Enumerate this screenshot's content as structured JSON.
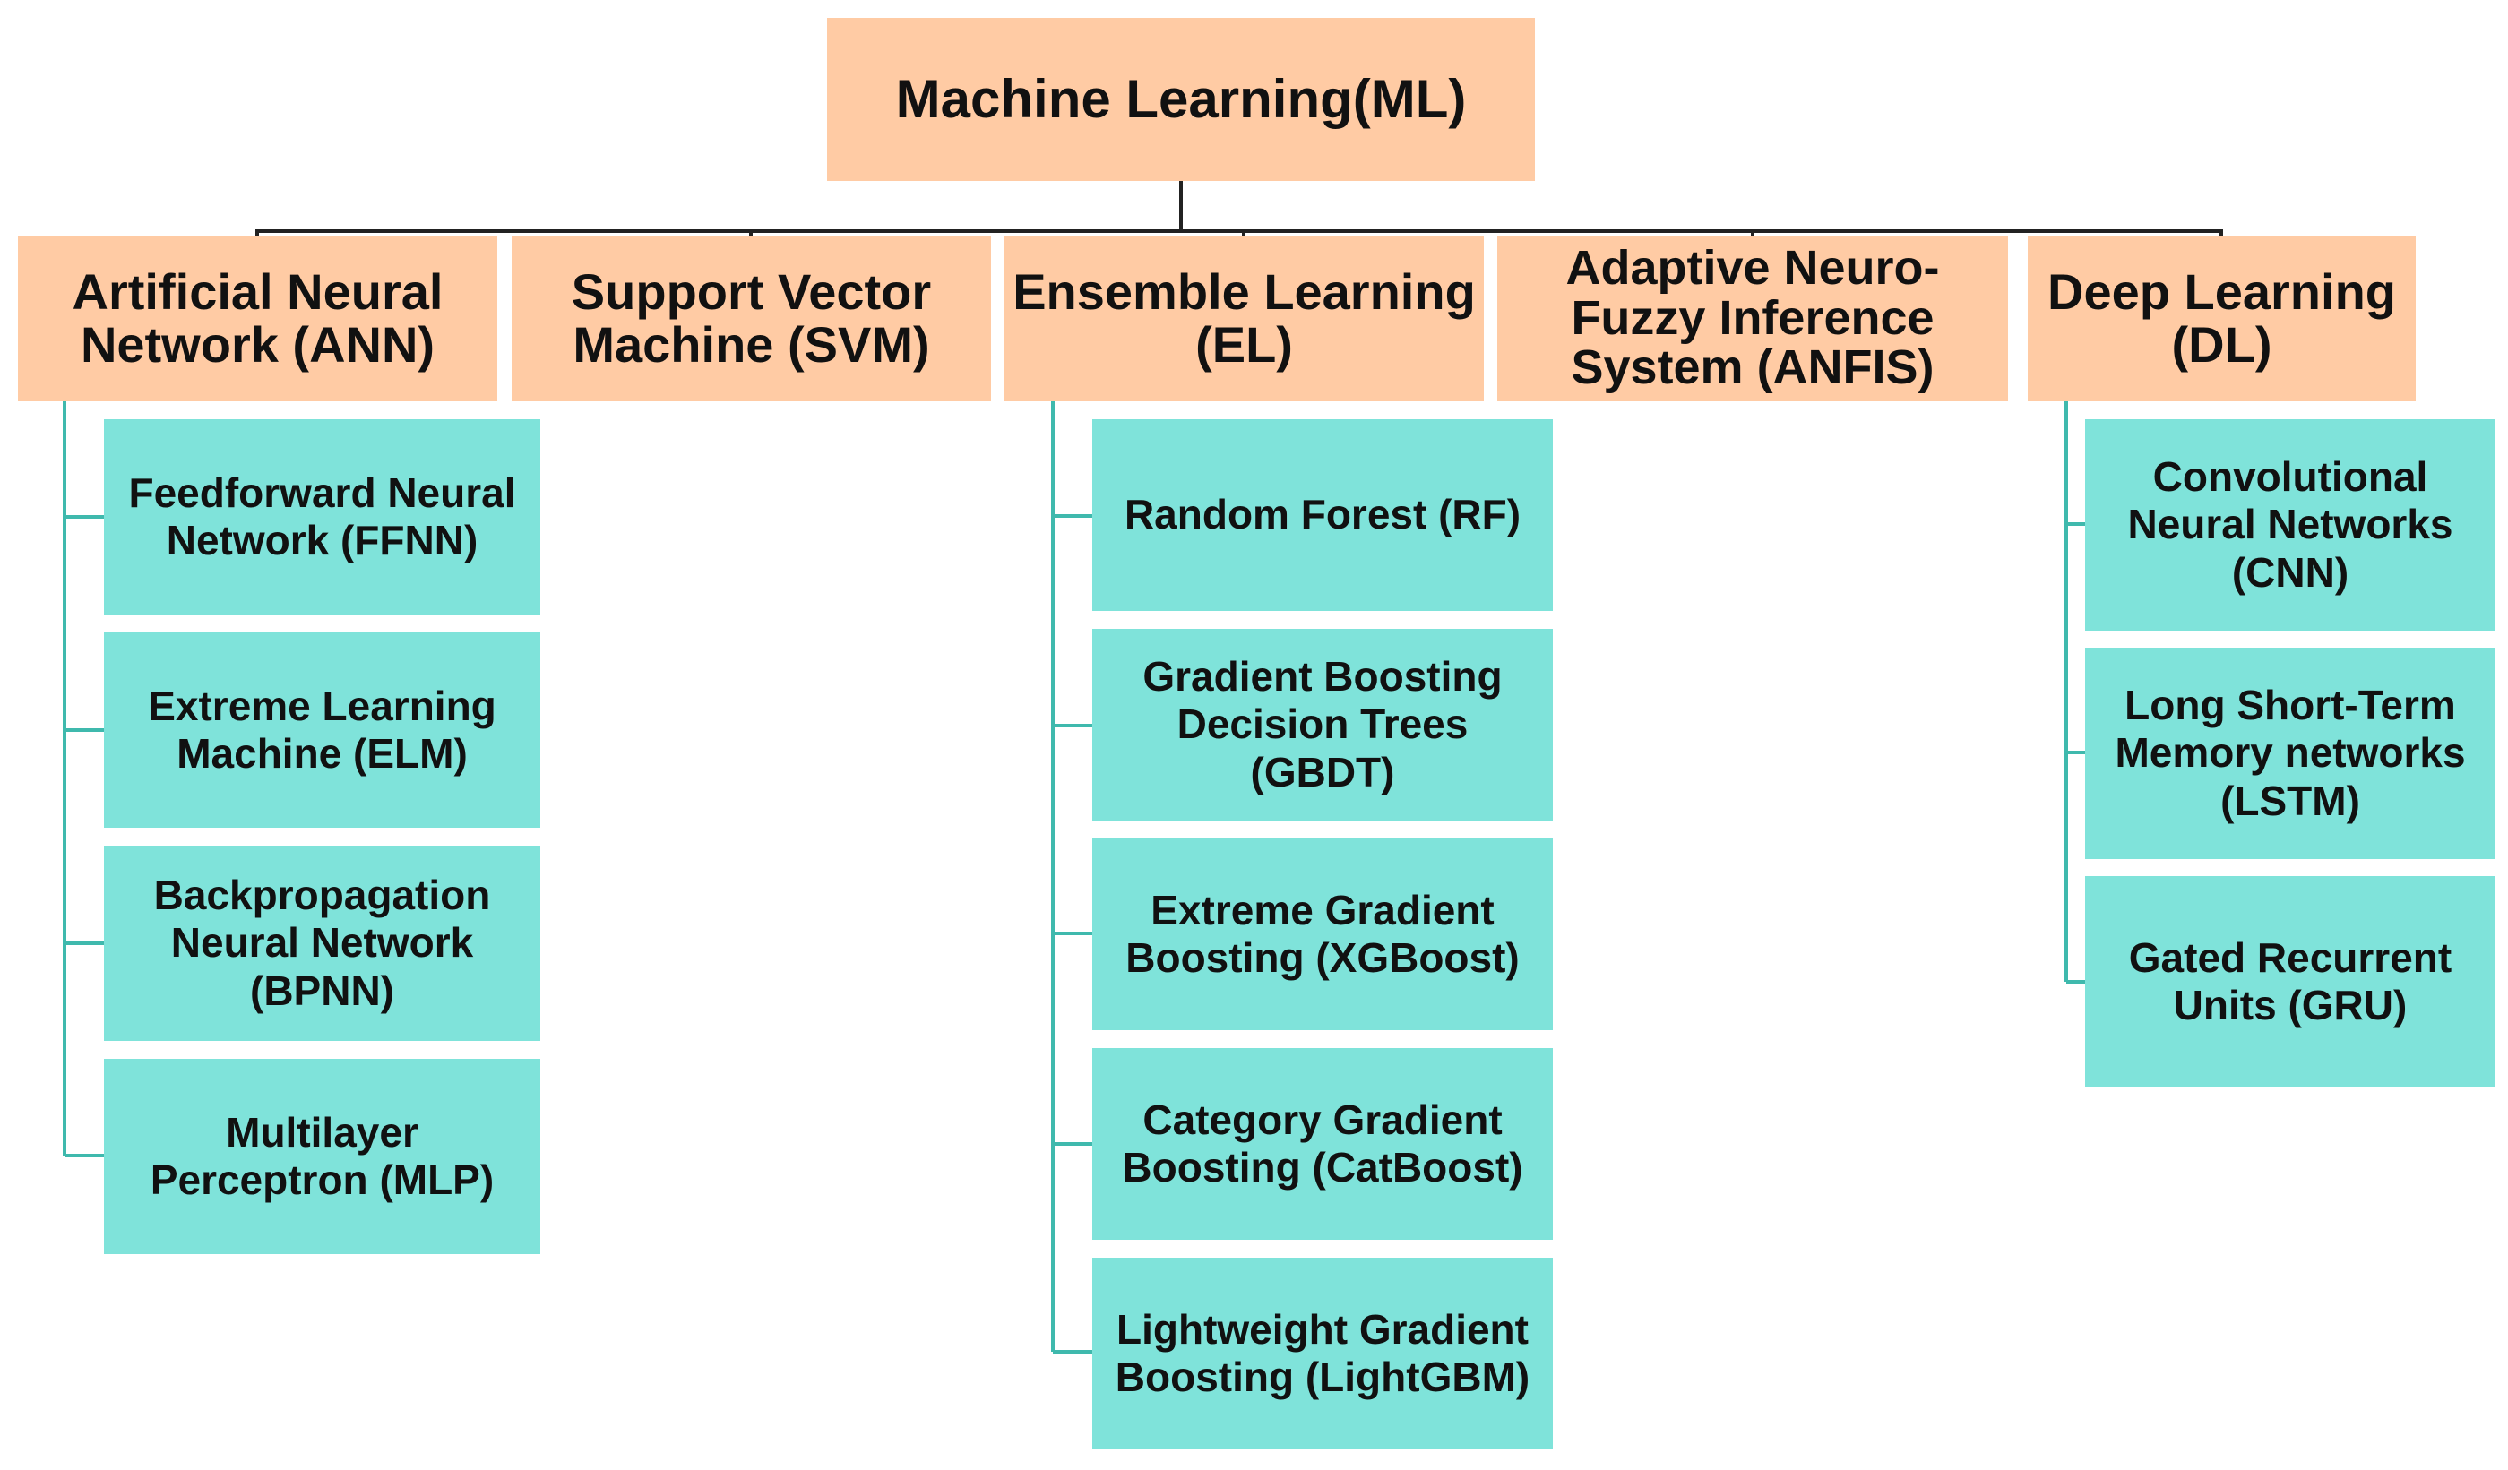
{
  "colors": {
    "category_fill": "#ffcba4",
    "leaf_fill": "#7fe3da",
    "tree_line": "#222222",
    "branch_line": "#3fb9ad"
  },
  "root": {
    "label": "Machine Learning(ML)"
  },
  "categories": [
    {
      "label": "Artificial Neural\nNetwork (ANN)",
      "children": [
        "Feedforward Neural\nNetwork (FFNN)",
        "Extreme Learning\nMachine (ELM)",
        "Backpropagation\nNeural Network\n(BPNN)",
        "Multilayer\nPerceptron (MLP)"
      ]
    },
    {
      "label": "Support Vector\nMachine (SVM)",
      "children": []
    },
    {
      "label": "Ensemble Learning\n(EL)",
      "children": [
        "Random Forest (RF)",
        "Gradient Boosting\nDecision Trees\n(GBDT)",
        "Extreme Gradient\nBoosting (XGBoost)",
        "Category Gradient\nBoosting (CatBoost)",
        "Lightweight Gradient\nBoosting (LightGBM)"
      ]
    },
    {
      "label": "Adaptive Neuro-\nFuzzy Inference\nSystem (ANFIS)",
      "children": []
    },
    {
      "label": "Deep Learning\n(DL)",
      "children": [
        "Convolutional\nNeural Networks\n(CNN)",
        "Long Short-Term\nMemory networks\n(LSTM)",
        "Gated Recurrent\nUnits (GRU)"
      ]
    }
  ]
}
